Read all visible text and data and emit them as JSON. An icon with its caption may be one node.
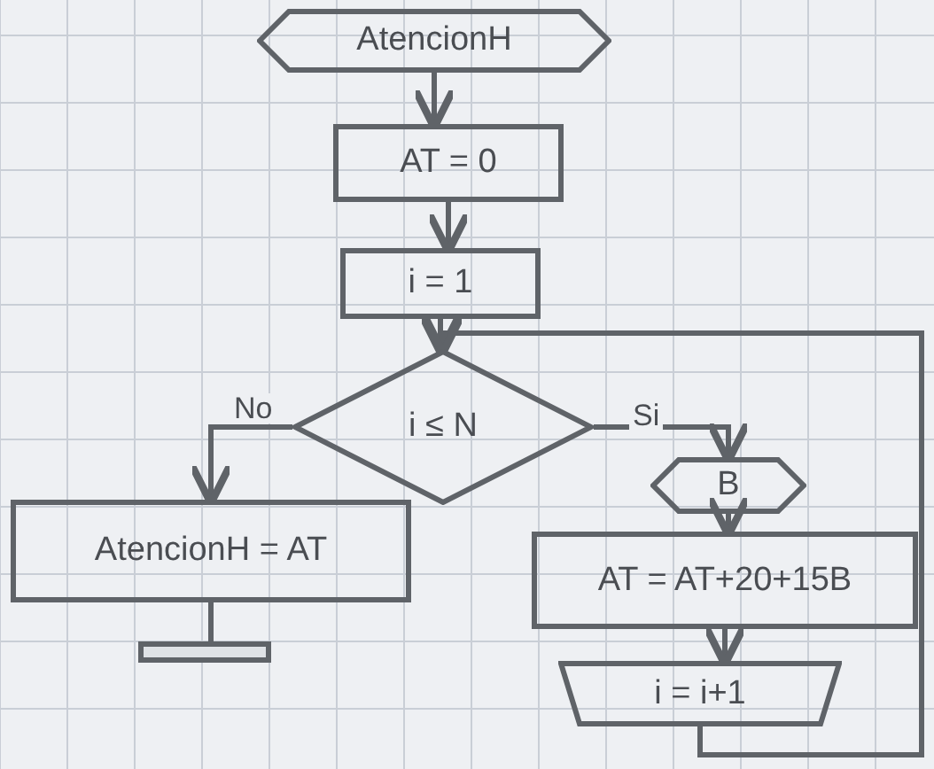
{
  "diagram": {
    "nodes": [
      {
        "text": [
          "AtencionH"
        ]
      },
      {
        "text": [
          "AT = 0"
        ]
      },
      {
        "text": [
          "i = 1"
        ]
      },
      {
        "text": [
          "i ≤ N"
        ]
      },
      {
        "text": [
          "AtencionH = AT"
        ]
      },
      {
        "text": [],
        "shape": "bar"
      },
      {
        "text": [
          "B"
        ]
      },
      {
        "text": [
          "AT = AT+20+15B"
        ]
      },
      {
        "text": [
          "i = i+1"
        ]
      }
    ],
    "edges": [
      {
        "from": 0,
        "to": 1,
        "arrow": "to"
      },
      {
        "from": 1,
        "to": 2,
        "arrow": "to"
      },
      {
        "from": 2,
        "to": 3,
        "arrow": "to"
      },
      {
        "from": 3,
        "to": 4,
        "arrow": "to",
        "label": "No"
      },
      {
        "from": 4,
        "to": 5,
        "arrow": "none"
      },
      {
        "from": 3,
        "to": 6,
        "arrow": "to",
        "label": "Si"
      },
      {
        "from": 6,
        "to": 7,
        "arrow": "to"
      },
      {
        "from": 7,
        "to": 8,
        "arrow": "to"
      },
      {
        "from": 8,
        "to": 3,
        "arrow": "to"
      }
    ]
  }
}
